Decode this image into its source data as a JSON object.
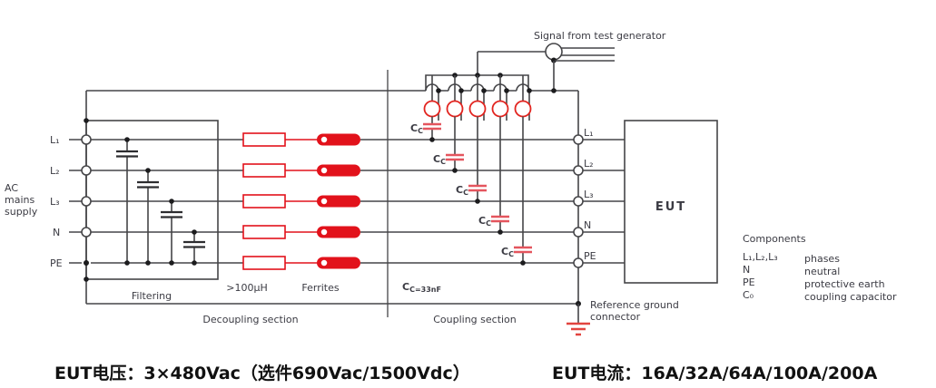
{
  "colors": {
    "accent_red": "#e2121b",
    "wire": "#454548",
    "text": "#3b3b43"
  },
  "generator": {
    "label": "Signal from test generator"
  },
  "supply": {
    "line1": "AC",
    "line2": "mains",
    "line3": "supply"
  },
  "lines": {
    "l1": "L₁",
    "l2": "L₂",
    "l3": "L₃",
    "n": "N",
    "pe": "PE"
  },
  "cc_label": {
    "main": "C",
    "sub": "C"
  },
  "sections": {
    "filtering": "Filtering",
    "inductance": ">100μH",
    "ferrites": "Ferrites",
    "cc_value_main": "C",
    "cc_value_sub": "C=33nF",
    "decoupling": "Decoupling section",
    "coupling": "Coupling section"
  },
  "ground": {
    "line1": "Reference ground",
    "line2": "connector"
  },
  "eut": {
    "label": "EUT"
  },
  "legend": {
    "title": "Components",
    "rows": [
      {
        "term": "L₁,L₂,L₃",
        "desc": "phases"
      },
      {
        "term": "N",
        "desc": "neutral"
      },
      {
        "term": "PE",
        "desc": "protective earth"
      },
      {
        "term": "C₀",
        "desc": "coupling capacitor"
      }
    ]
  },
  "footer": {
    "voltage": "EUT电压：3×480Vac（选件690Vac/1500Vdc）",
    "current": "EUT电流：16A/32A/64A/100A/200A"
  }
}
